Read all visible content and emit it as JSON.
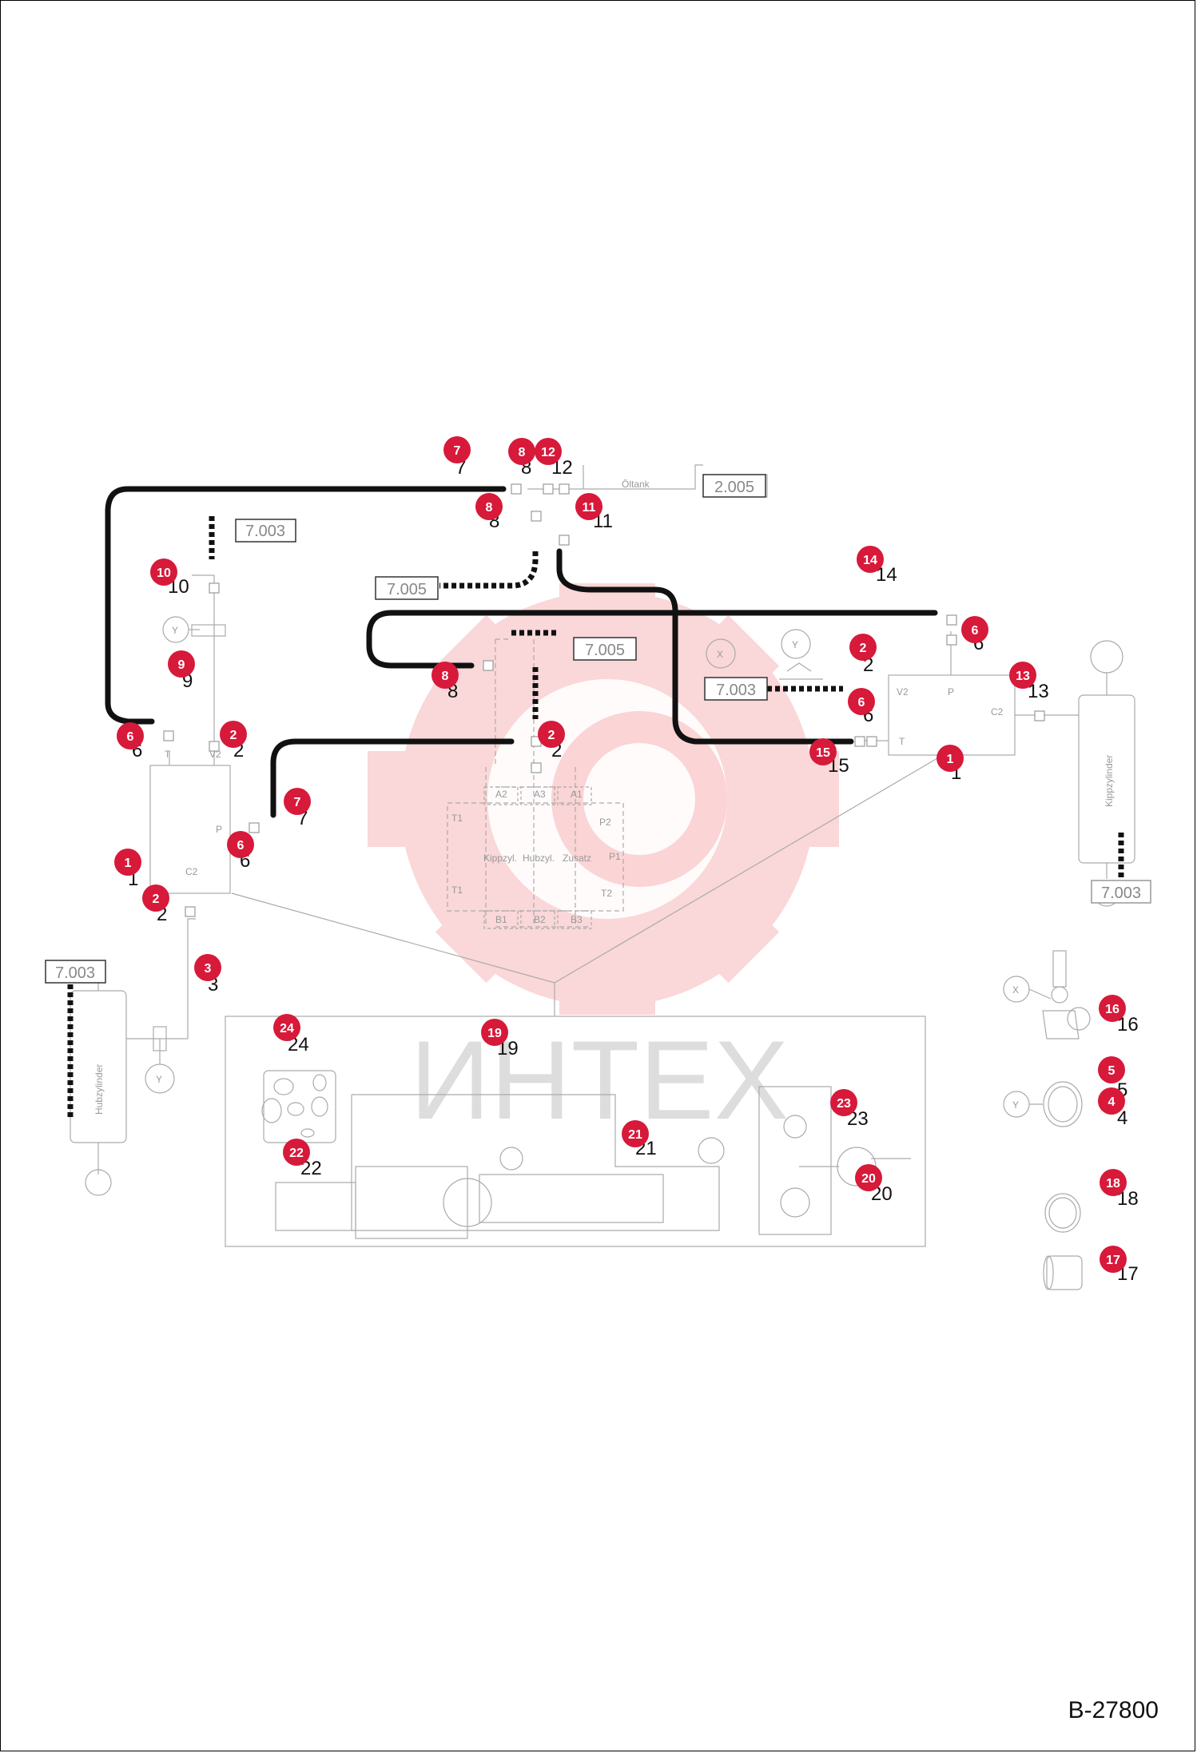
{
  "sheet_id": "B-27800",
  "watermark": "ИНТЕХ",
  "labels": {
    "oltank": "Öltank",
    "kippzylinder": "Kippzylinder",
    "hubzylinder": "Hubzylinder",
    "kippzyl": "Kippzyl.",
    "hubzyl": "Hubzyl.",
    "zusatz": "Zusatz",
    "port_x": "X",
    "port_y": "Y",
    "port_p": "P",
    "port_t": "T",
    "port_v2": "V2",
    "port_c2": "C2",
    "port_a2": "A2",
    "port_a3": "A3",
    "port_a1": "A1",
    "port_b1": "B1",
    "port_b2": "B2",
    "port_b3": "B3",
    "port_t1": "T1",
    "port_t2": "T2",
    "port_p1": "P1",
    "port_p2": "P2"
  },
  "references": [
    "7.003",
    "2.005",
    "7.005",
    "7.005",
    "7.003",
    "7.003",
    "7.003"
  ],
  "callouts": [
    "7",
    "8",
    "12",
    "8",
    "11",
    "10",
    "14",
    "6",
    "9",
    "2",
    "13",
    "8",
    "6",
    "2",
    "6",
    "2",
    "15",
    "7",
    "1",
    "6",
    "1",
    "2",
    "3",
    "24",
    "19",
    "16",
    "5",
    "4",
    "23",
    "21",
    "22",
    "20",
    "18",
    "17"
  ],
  "part_numbers": [
    "7",
    "8",
    "12",
    "8",
    "11",
    "10",
    "14",
    "6",
    "9",
    "2",
    "13",
    "8",
    "6",
    "2",
    "6",
    "2",
    "15",
    "7",
    "1",
    "6",
    "1",
    "2",
    "3",
    "24",
    "19",
    "16",
    "5",
    "4",
    "23",
    "21",
    "22",
    "20",
    "18",
    "17"
  ]
}
